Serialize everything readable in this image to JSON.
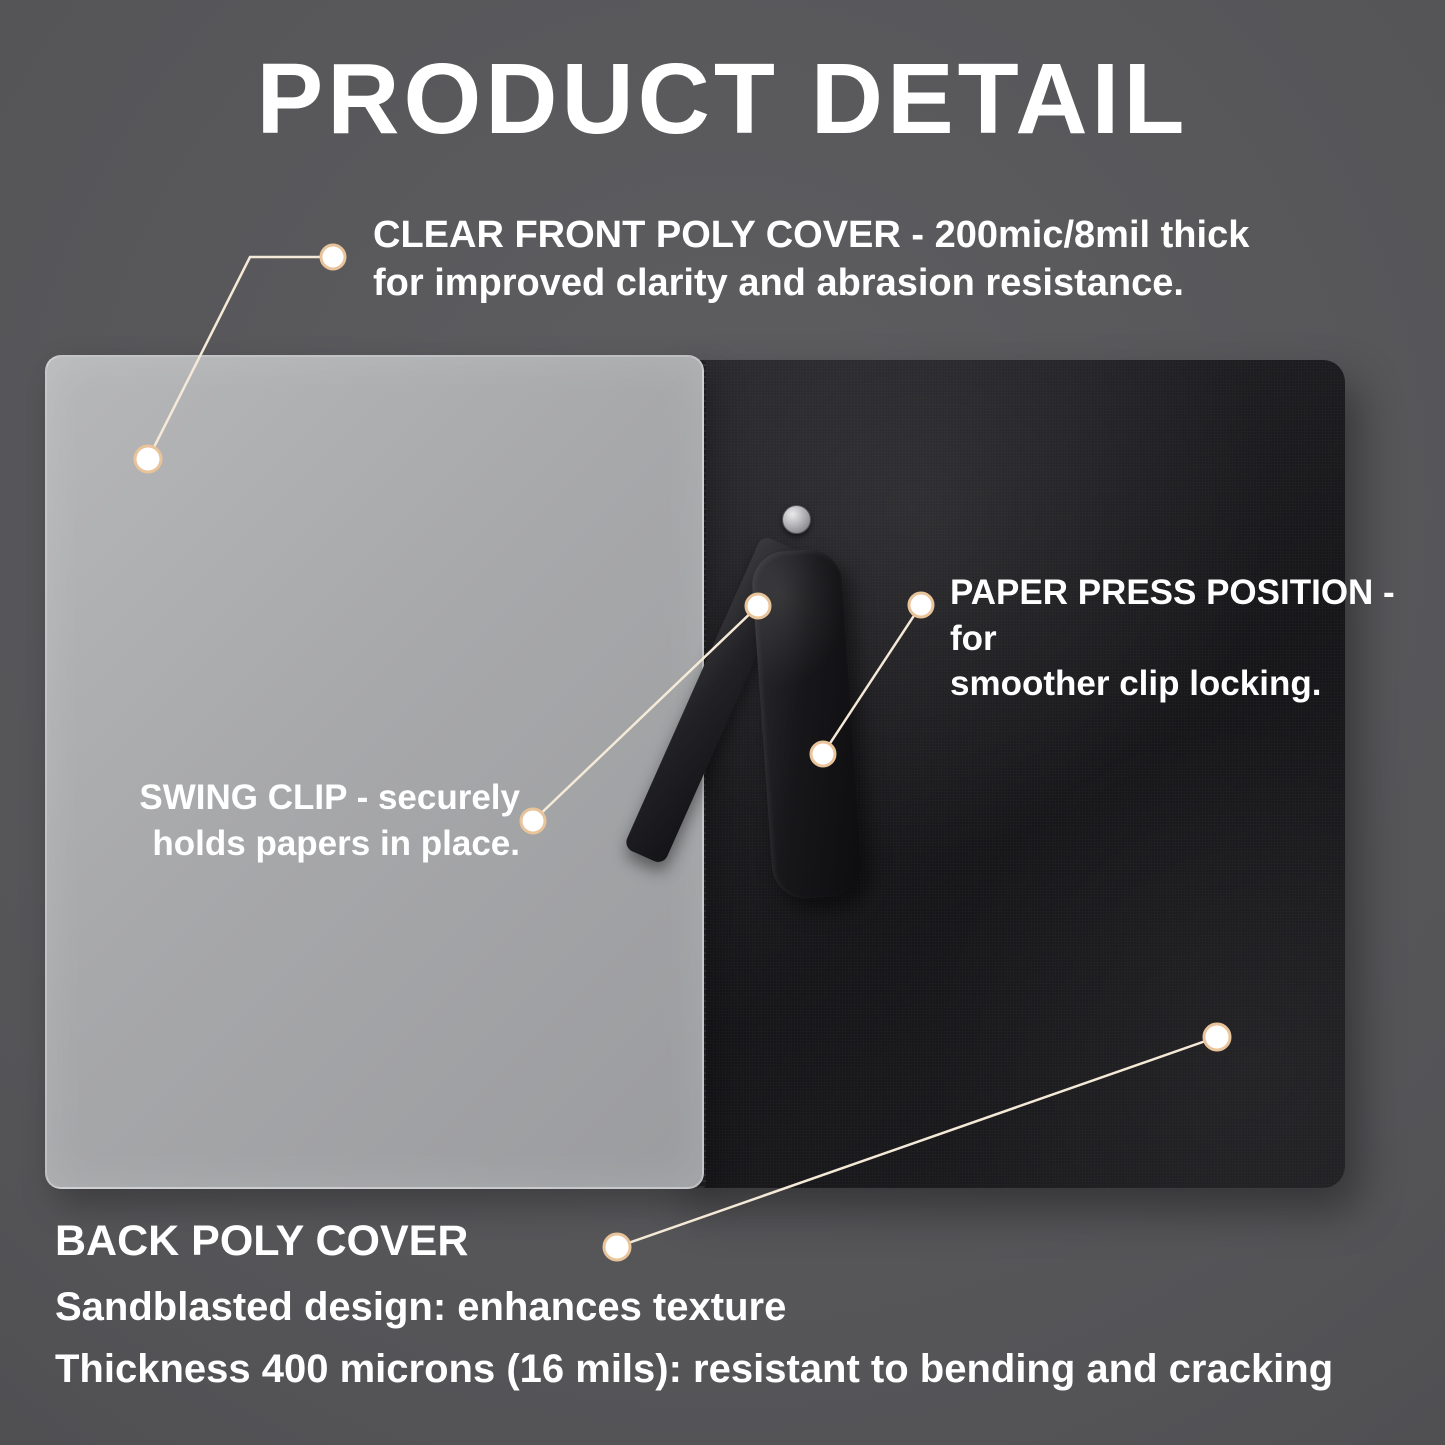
{
  "title": "PRODUCT DETAIL",
  "callouts": {
    "front_cover": {
      "line1": "CLEAR FRONT POLY COVER - 200mic/8mil thick",
      "line2": "for improved clarity and abrasion resistance."
    },
    "paper_press": {
      "line1": "PAPER PRESS POSITION - for",
      "line2": "smoother clip locking."
    },
    "swing_clip": {
      "line1": "SWING CLIP - securely",
      "line2": "holds papers in place."
    },
    "back_cover": {
      "heading": "BACK POLY COVER",
      "line1": "Sandblasted design: enhances texture",
      "line2": "Thickness 400 microns (16 mils): resistant to bending and cracking"
    }
  },
  "colors": {
    "background": "#545457",
    "text": "#ffffff",
    "dot_ring": "#e9c49a",
    "leader_line": "#f5ead8",
    "back_cover": "#1b1b1e",
    "front_cover": "#a7a8aa"
  }
}
